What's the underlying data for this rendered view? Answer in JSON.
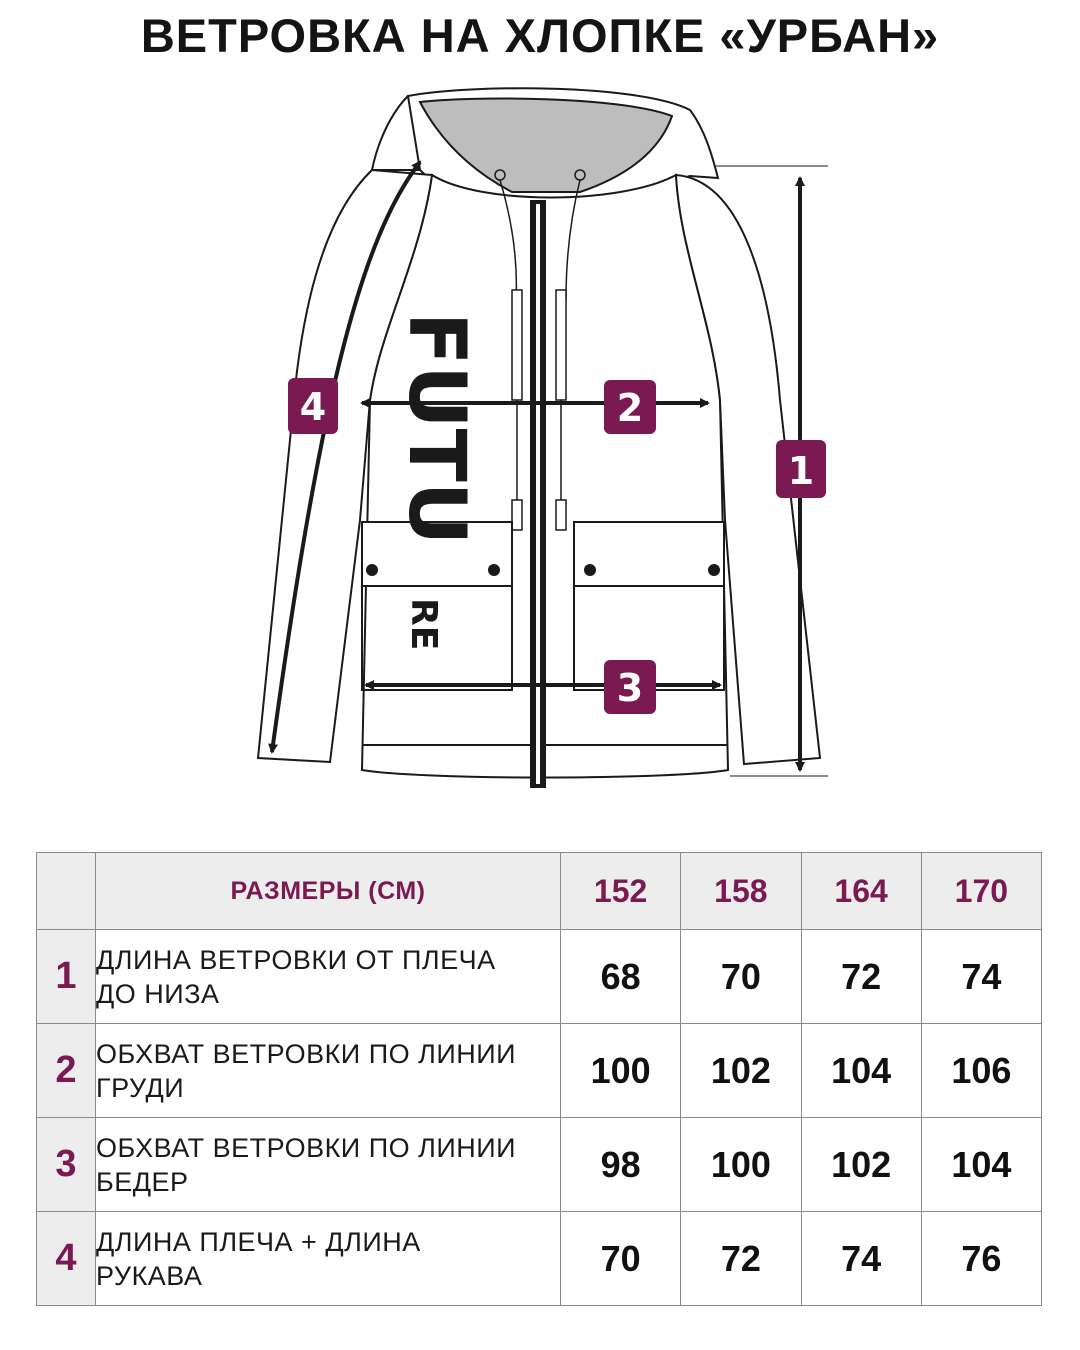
{
  "title": "ВЕТРОВКА НА ХЛОПКЕ «УРБАН»",
  "illustration": {
    "brand_main": "FUTU",
    "brand_tail": "RE",
    "badges": [
      "1",
      "2",
      "3",
      "4"
    ],
    "badge_color": "#7b1a52"
  },
  "table": {
    "header_label": "РАЗМЕРЫ (СМ)",
    "sizes": [
      "152",
      "158",
      "164",
      "170"
    ],
    "rows": [
      {
        "index": "1",
        "label_line1": "ДЛИНА ВЕТРОВКИ ОТ ПЛЕЧА",
        "label_line2": "ДО НИЗА",
        "values": [
          "68",
          "70",
          "72",
          "74"
        ]
      },
      {
        "index": "2",
        "label_line1": "ОБХВАТ ВЕТРОВКИ ПО ЛИНИИ",
        "label_line2": "ГРУДИ",
        "values": [
          "100",
          "102",
          "104",
          "106"
        ]
      },
      {
        "index": "3",
        "label_line1": "ОБХВАТ ВЕТРОВКИ ПО ЛИНИИ",
        "label_line2": "БЕДЕР",
        "values": [
          "98",
          "100",
          "102",
          "104"
        ]
      },
      {
        "index": "4",
        "label_line1": "ДЛИНА ПЛЕЧА + ДЛИНА",
        "label_line2": "РУКАВА",
        "values": [
          "70",
          "72",
          "74",
          "76"
        ]
      }
    ],
    "accent_color": "#7b1a52",
    "header_bg": "#ededed"
  }
}
